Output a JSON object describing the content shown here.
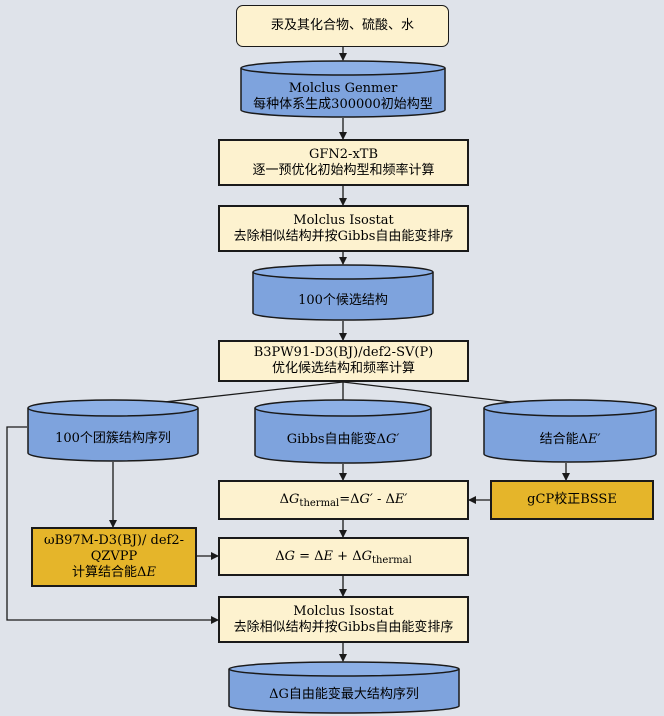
{
  "boxes": {
    "materials": "汞及其化合物、硫酸、水",
    "genmer_line1": "Molclus Genmer",
    "genmer_line2": "每种体系生成300000初始构型",
    "gfn_line1": "GFN2-xTB",
    "gfn_line2": "逐一预优化初始构型和频率计算",
    "iso1_line1": "Molclus Isostat",
    "iso1_line2": "去除相似结构并按Gibbs自由能变排序",
    "candidates": "100个候选结构",
    "b3pw_line1": "B3PW91-D3(BJ)/def2-SV(P)",
    "b3pw_line2": "优化候选结构和频率计算",
    "cluster_seq": "100个团簇结构序列",
    "gibbs_prefix": "Gibbs自由能变Δ",
    "gibbs_var": "G′",
    "binding_prefix": "结合能Δ",
    "binding_var": "E′",
    "gcp": "gCP校正BSSE",
    "wb97_line1": "ωB97M-D3(BJ)/ def2-",
    "wb97_line2": "QZVPP",
    "wb97_line3_prefix": "计算结合能Δ",
    "wb97_line3_var": "E",
    "thermal_eq": {
      "delta": "Δ",
      "G": "G",
      "sub": "thermal",
      "eq": "=Δ",
      "Gp": "G′",
      "minus": " - Δ",
      "Ep": "E′"
    },
    "final_eq": {
      "delta": "Δ",
      "G": "G",
      "eq1": " = Δ",
      "E": "E",
      "plus": " + Δ",
      "G2": "G",
      "sub": "thermal"
    },
    "iso2_line1": "Molclus Isostat",
    "iso2_line2": "去除相似结构并按Gibbs自由能变排序",
    "final_seq": "ΔG自由能变最大结构序列"
  },
  "colors": {
    "background": "#dfe3ea",
    "box_fill": "#fdf2cf",
    "gold_fill": "#e5b52a",
    "cylinder_fill": "#7ea3dd",
    "cylinder_top": "#8db0e6",
    "stroke": "#1a1a1a"
  }
}
